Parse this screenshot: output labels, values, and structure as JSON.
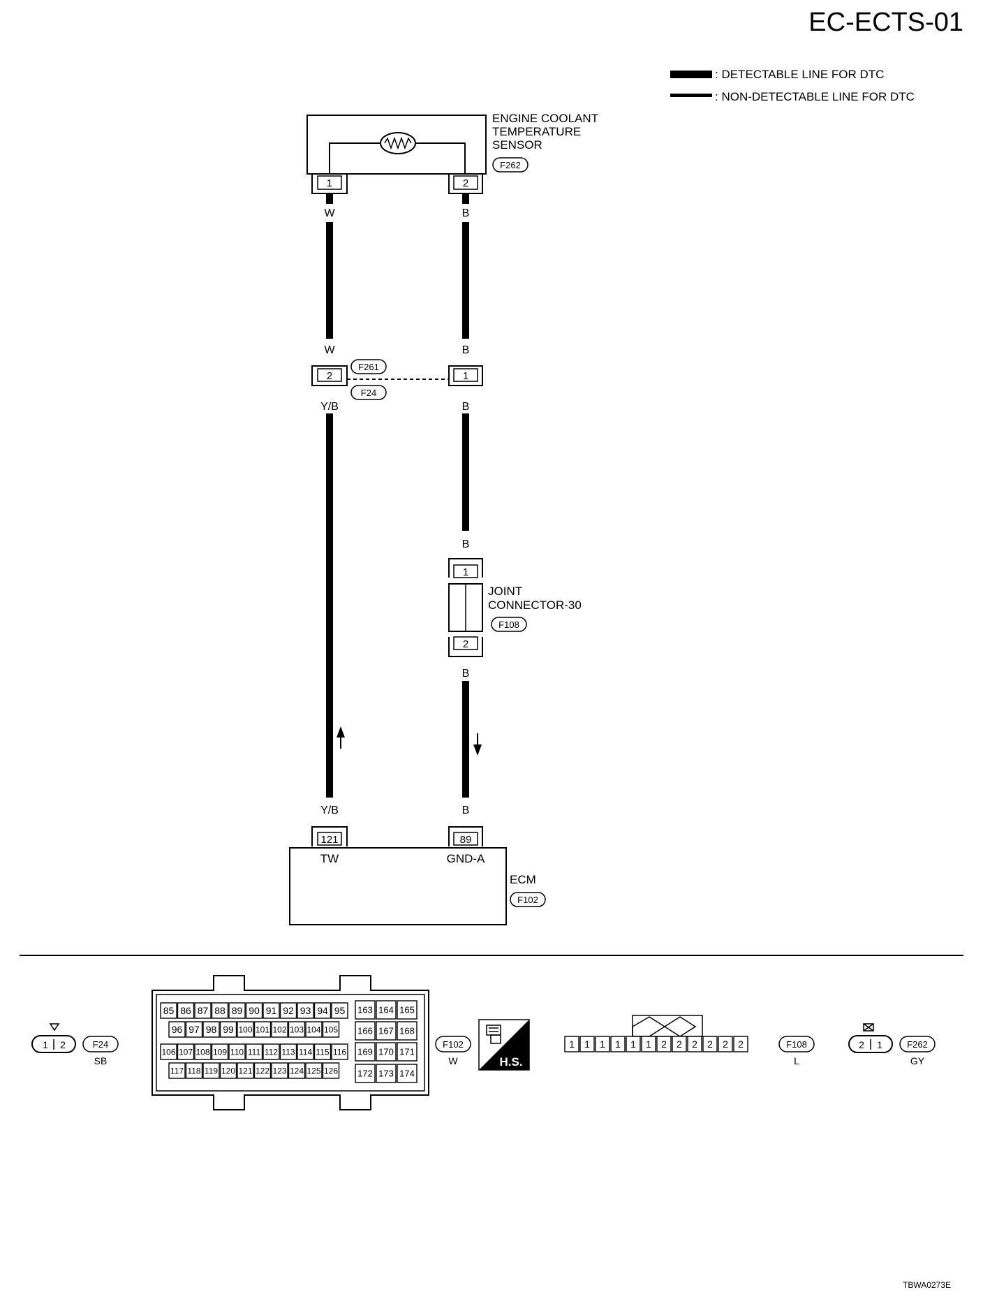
{
  "page_code": "EC-ECTS-01",
  "footer_code": "TBWA0273E",
  "legend": {
    "detectable": ": DETECTABLE LINE FOR DTC",
    "non_detectable": ": NON-DETECTABLE LINE FOR DTC"
  },
  "sensor": {
    "label_lines": [
      "ENGINE COOLANT",
      "TEMPERATURE",
      "SENSOR"
    ],
    "connector_id": "F262",
    "pin_left": "1",
    "pin_right": "2"
  },
  "wire_colors": {
    "left_top": "W",
    "right_top": "B",
    "left_mid_upper": "W",
    "right_mid_upper": "B",
    "left_mid_lower": "Y/B",
    "right_mid_lower": "B",
    "right_above_joint": "B",
    "right_below_joint": "B",
    "left_bottom": "Y/B",
    "right_bottom": "B"
  },
  "inline_connector": {
    "id_top": "F261",
    "id_bottom": "F24",
    "pin_left": "2",
    "pin_right": "1"
  },
  "joint_connector": {
    "label_lines": [
      "JOINT",
      "CONNECTOR-30"
    ],
    "connector_id": "F108",
    "pin_top": "1",
    "pin_bottom": "2"
  },
  "ecm": {
    "label": "ECM",
    "connector_id": "F102",
    "pin_left": "121",
    "pin_right": "89",
    "terminal_left": "TW",
    "terminal_right": "GND-A"
  },
  "connector_views": {
    "f24": {
      "id": "F24",
      "color": "SB",
      "pins": [
        "1",
        "2"
      ]
    },
    "f102": {
      "id": "F102",
      "color": "W",
      "left_rows": [
        [
          "85",
          "86",
          "87",
          "88",
          "89",
          "90",
          "91",
          "92",
          "93",
          "94",
          "95"
        ],
        [
          "96",
          "97",
          "98",
          "99",
          "100",
          "101",
          "102",
          "103",
          "104",
          "105"
        ],
        [
          "106",
          "107",
          "108",
          "109",
          "110",
          "111",
          "112",
          "113",
          "114",
          "115",
          "116"
        ],
        [
          "117",
          "118",
          "119",
          "120",
          "121",
          "122",
          "123",
          "124",
          "125",
          "126"
        ]
      ],
      "right_rows": [
        [
          "163",
          "164",
          "165"
        ],
        [
          "166",
          "167",
          "168"
        ],
        [
          "169",
          "170",
          "171"
        ],
        [
          "172",
          "173",
          "174"
        ]
      ]
    },
    "hs_badge": "H.S.",
    "f108": {
      "id": "F108",
      "color": "L",
      "pins": [
        "1",
        "1",
        "1",
        "1",
        "1",
        "1",
        "2",
        "2",
        "2",
        "2",
        "2",
        "2"
      ]
    },
    "f262": {
      "id": "F262",
      "color": "GY",
      "pins": [
        "2",
        "1"
      ]
    }
  }
}
